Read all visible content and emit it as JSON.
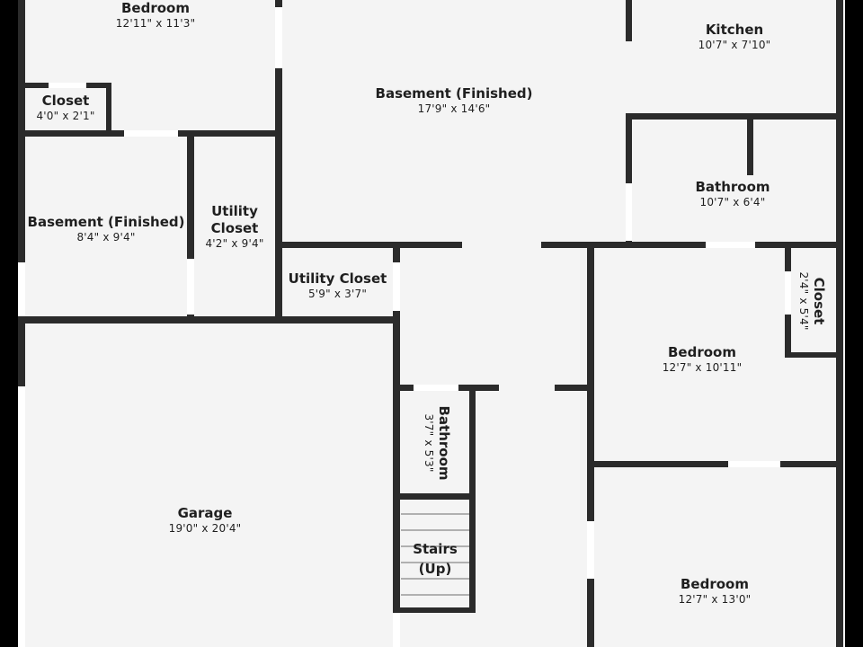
{
  "colors": {
    "floor": "#f4f4f4",
    "wall": "#2b2b2b",
    "door": "#ffffff",
    "edge": "#000000"
  },
  "rooms": {
    "bedroom_top": {
      "name": "Bedroom",
      "dim": "12'11\" x 11'3\""
    },
    "closet_tl": {
      "name": "Closet",
      "dim": "4'0\" x 2'1\""
    },
    "basement_main": {
      "name": "Basement (Finished)",
      "dim": "17'9\" x 14'6\""
    },
    "kitchen": {
      "name": "Kitchen",
      "dim": "10'7\" x 7'10\""
    },
    "bathroom_right": {
      "name": "Bathroom",
      "dim": "10'7\" x 6'4\""
    },
    "basement_small": {
      "name": "Basement (Finished)",
      "dim": "8'4\" x 9'4\""
    },
    "utility_closet_a": {
      "name_line1": "Utility",
      "name_line2": "Closet",
      "dim": "4'2\" x 9'4\""
    },
    "utility_closet_b": {
      "name": "Utility Closet",
      "dim": "5'9\" x 3'7\""
    },
    "closet_right": {
      "name": "Closet",
      "dim": "2'4\" x 5'4\""
    },
    "bedroom_mid": {
      "name": "Bedroom",
      "dim": "12'7\" x 10'11\""
    },
    "bathroom_small": {
      "name": "Bathroom",
      "dim": "3'7\" x 5'3\""
    },
    "garage": {
      "name": "Garage",
      "dim": "19'0\" x 20'4\""
    },
    "stairs": {
      "name_line1": "Stairs",
      "name_line2": "(Up)"
    },
    "bedroom_bottom": {
      "name": "Bedroom",
      "dim": "12'7\" x 13'0\""
    }
  }
}
